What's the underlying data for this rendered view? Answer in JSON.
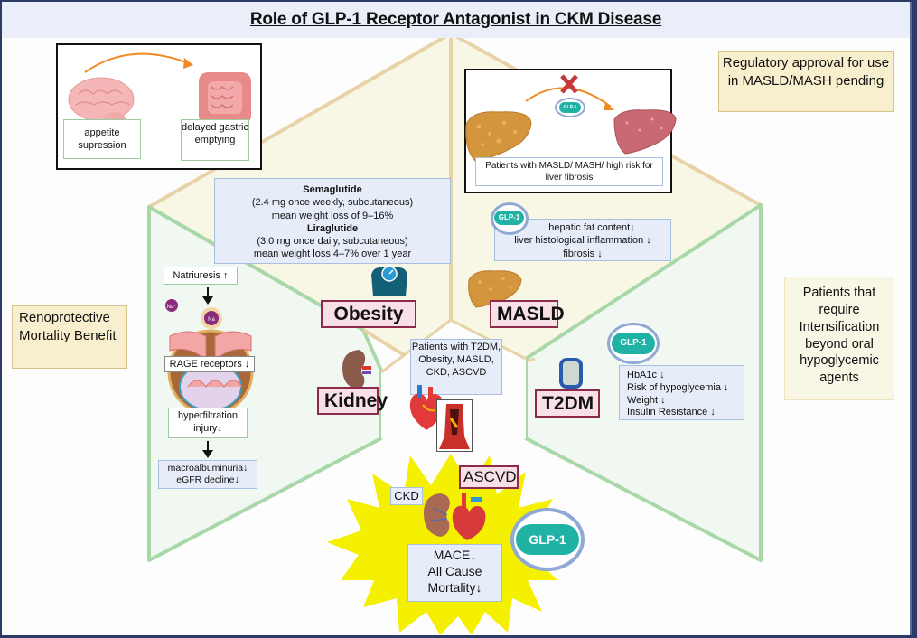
{
  "title": "Role of GLP-1 Receptor Antagonist in CKM Disease",
  "colors": {
    "obesity_masld_fill": "#f8f6e4",
    "obesity_masld_stroke": "#e8d3a8",
    "kidney_t2dm_fill": "#f1f7f1",
    "kidney_t2dm_stroke": "#a8d8a8",
    "label_border": "#8d2a4b",
    "label_fill": "#f8e0e6",
    "glp1_pill": "#20b2a4",
    "glp1_ring": "#8fa8d4",
    "starburst": "#f5ef00",
    "arrow_orange": "#f08a24"
  },
  "obesity_inset": {
    "appetite_label": "appetite supression",
    "gastric_label": "delayed gastric emptying"
  },
  "masld_inset": {
    "glp1_label": "GLP-1",
    "caption": "Patients with MASLD/ MASH/ high risk for liver fibrosis"
  },
  "regulatory_note": "Regulatory approval for use in MASLD/MASH pending",
  "obesity_drugs": {
    "drug1_name": "Semaglutide",
    "drug1_dose": "(2.4 mg once weekly, subcutaneous)",
    "drug1_effect": "mean weight loss of 9–16%",
    "drug2_name": "Liraglutide",
    "drug2_dose": "(3.0 mg once daily, subcutaneous)",
    "drug2_effect": "mean weight loss  4–7% over 1 year"
  },
  "masld_effects": {
    "glp1_label": "GLP-1",
    "line1": "hepatic fat content↓",
    "line2": "liver histological inflammation ↓",
    "line3": "fibrosis ↓"
  },
  "labels": {
    "obesity": "Obesity",
    "masld": "MASLD",
    "kidney": "Kidney",
    "t2dm": "T2DM",
    "ascvd": "ASCVD",
    "ckd": "CKD"
  },
  "kidney_panel": {
    "natriuresis": "Natriuresis ↑",
    "na_plus": "Na⁺",
    "na": "Na",
    "rage": "RAGE receptors ↓",
    "hyperfiltration": "hyperfiltration injury↓",
    "outcomes_line1": "macroalbuminuria↓",
    "outcomes_line2": "eGFR decline↓"
  },
  "renoprotective_note": "Renoprotective Mortality Benefit",
  "center_patients": "Patients with T2DM, Obesity, MASLD, CKD, ASCVD",
  "t2dm_effects": {
    "glp1_label": "GLP-1",
    "items": [
      "HbA1c ↓",
      "Risk of hypoglycemia ↓",
      "Weight ↓",
      "Insulin Resistance ↓"
    ]
  },
  "t2dm_note": "Patients that require Intensification beyond oral hypoglycemic agents",
  "cv_outcomes": {
    "line1": "MACE↓",
    "line2": "All Cause",
    "line3": "Mortality↓",
    "glp1_label": "GLP-1"
  }
}
